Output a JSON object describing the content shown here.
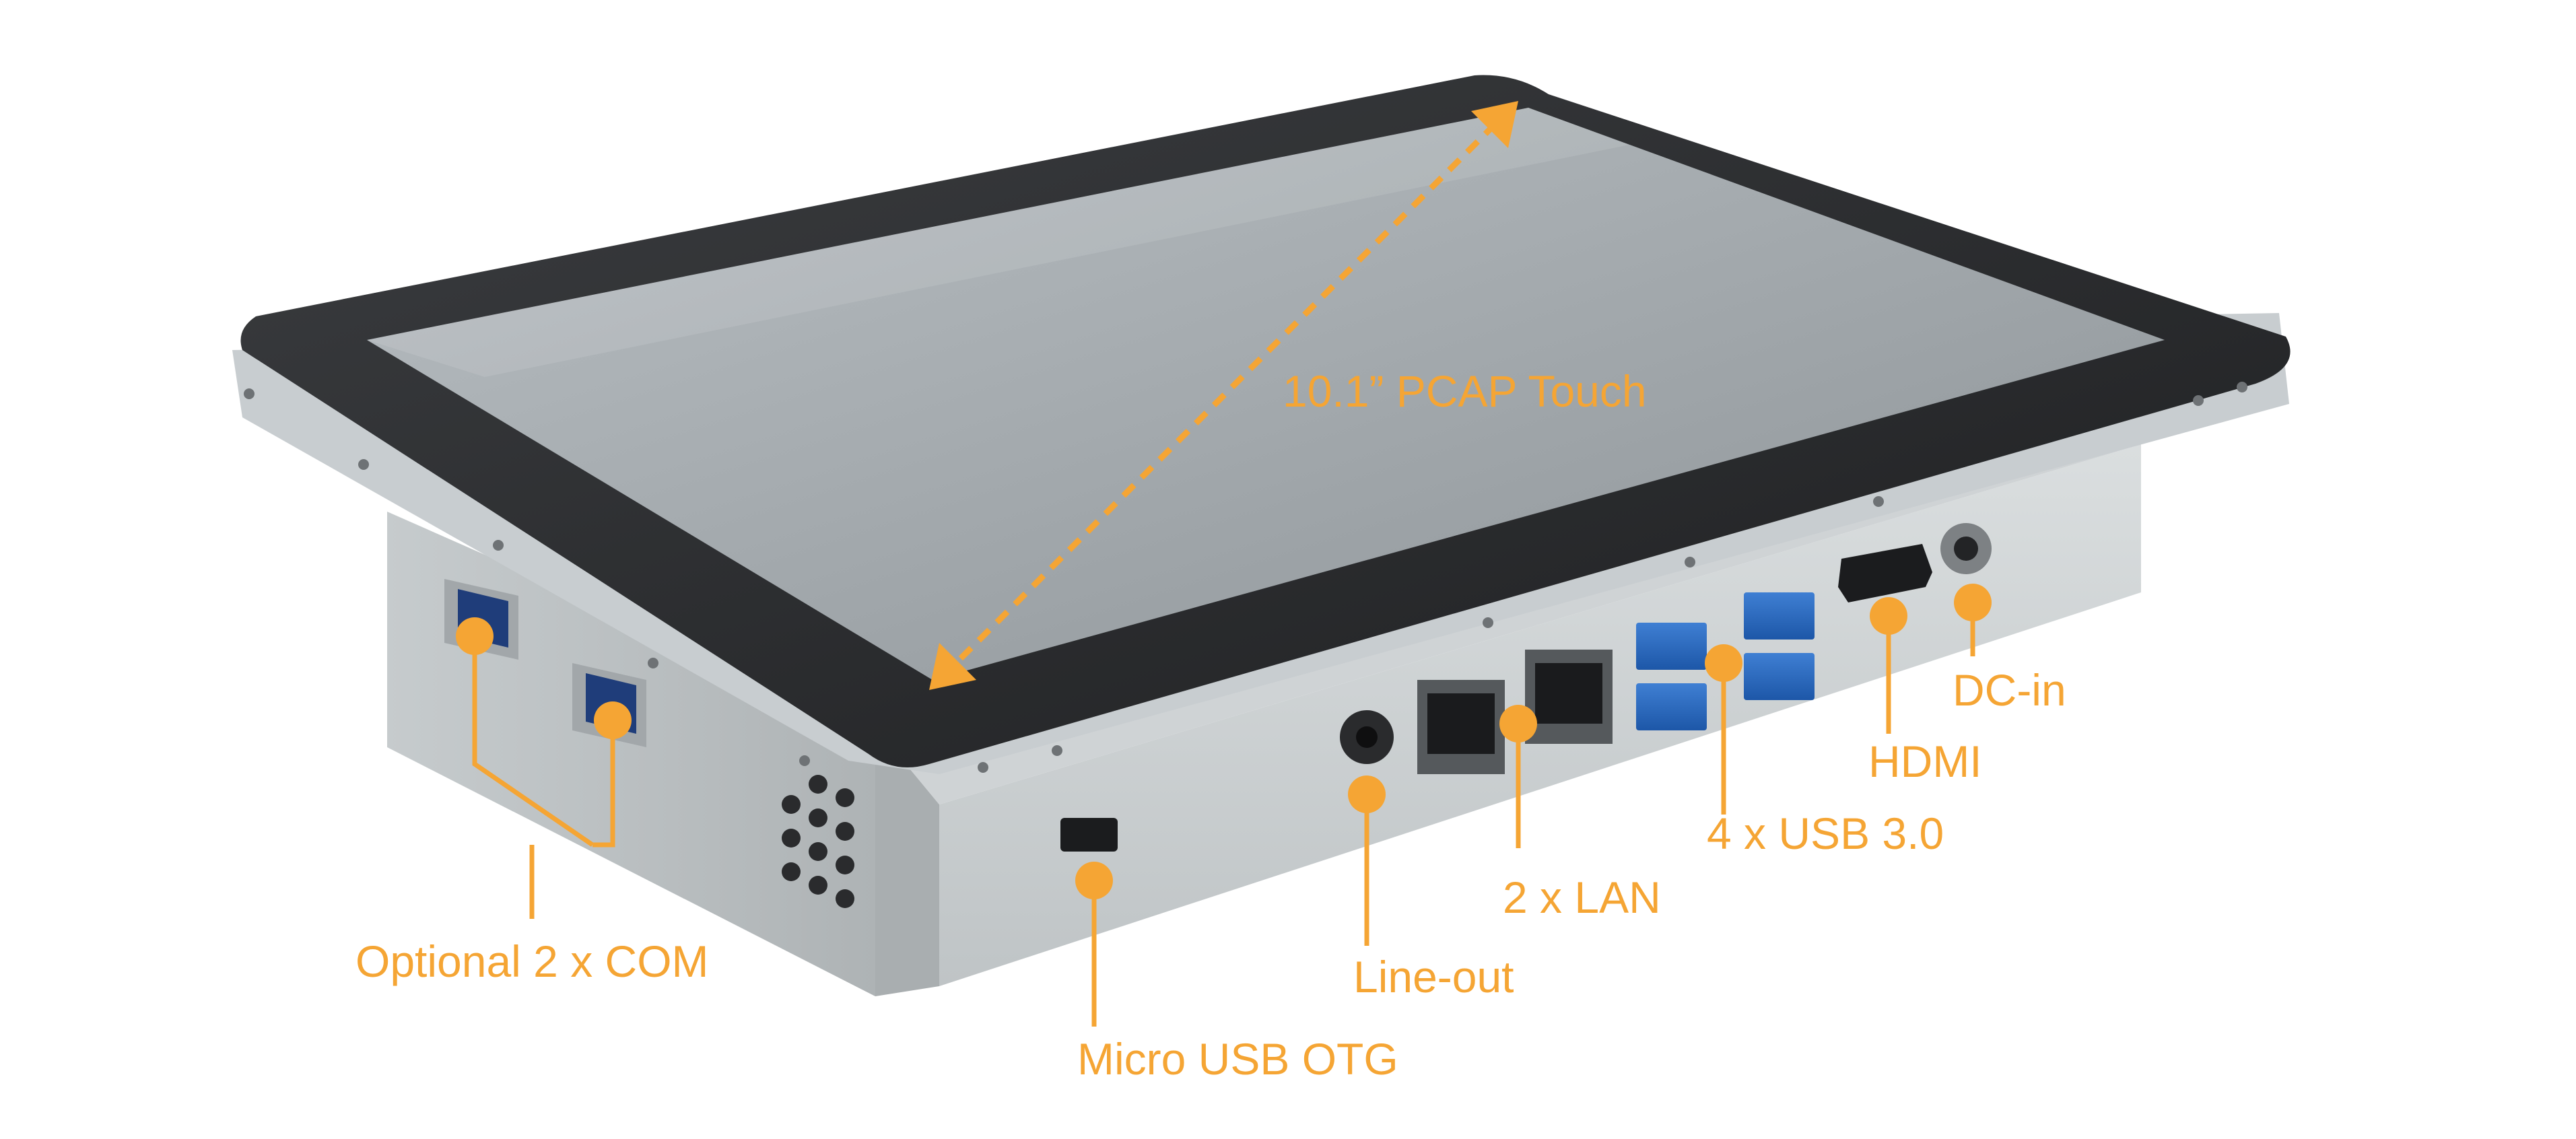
{
  "accent_color": "#f5a534",
  "callouts": {
    "screen": "10.1” PCAP Touch",
    "com": "Optional 2 x COM",
    "micro_usb": "Micro USB OTG",
    "line_out": "Line-out",
    "lan": "2 x LAN",
    "usb": "4 x USB 3.0",
    "hdmi": "HDMI",
    "dc_in": "DC-in"
  }
}
